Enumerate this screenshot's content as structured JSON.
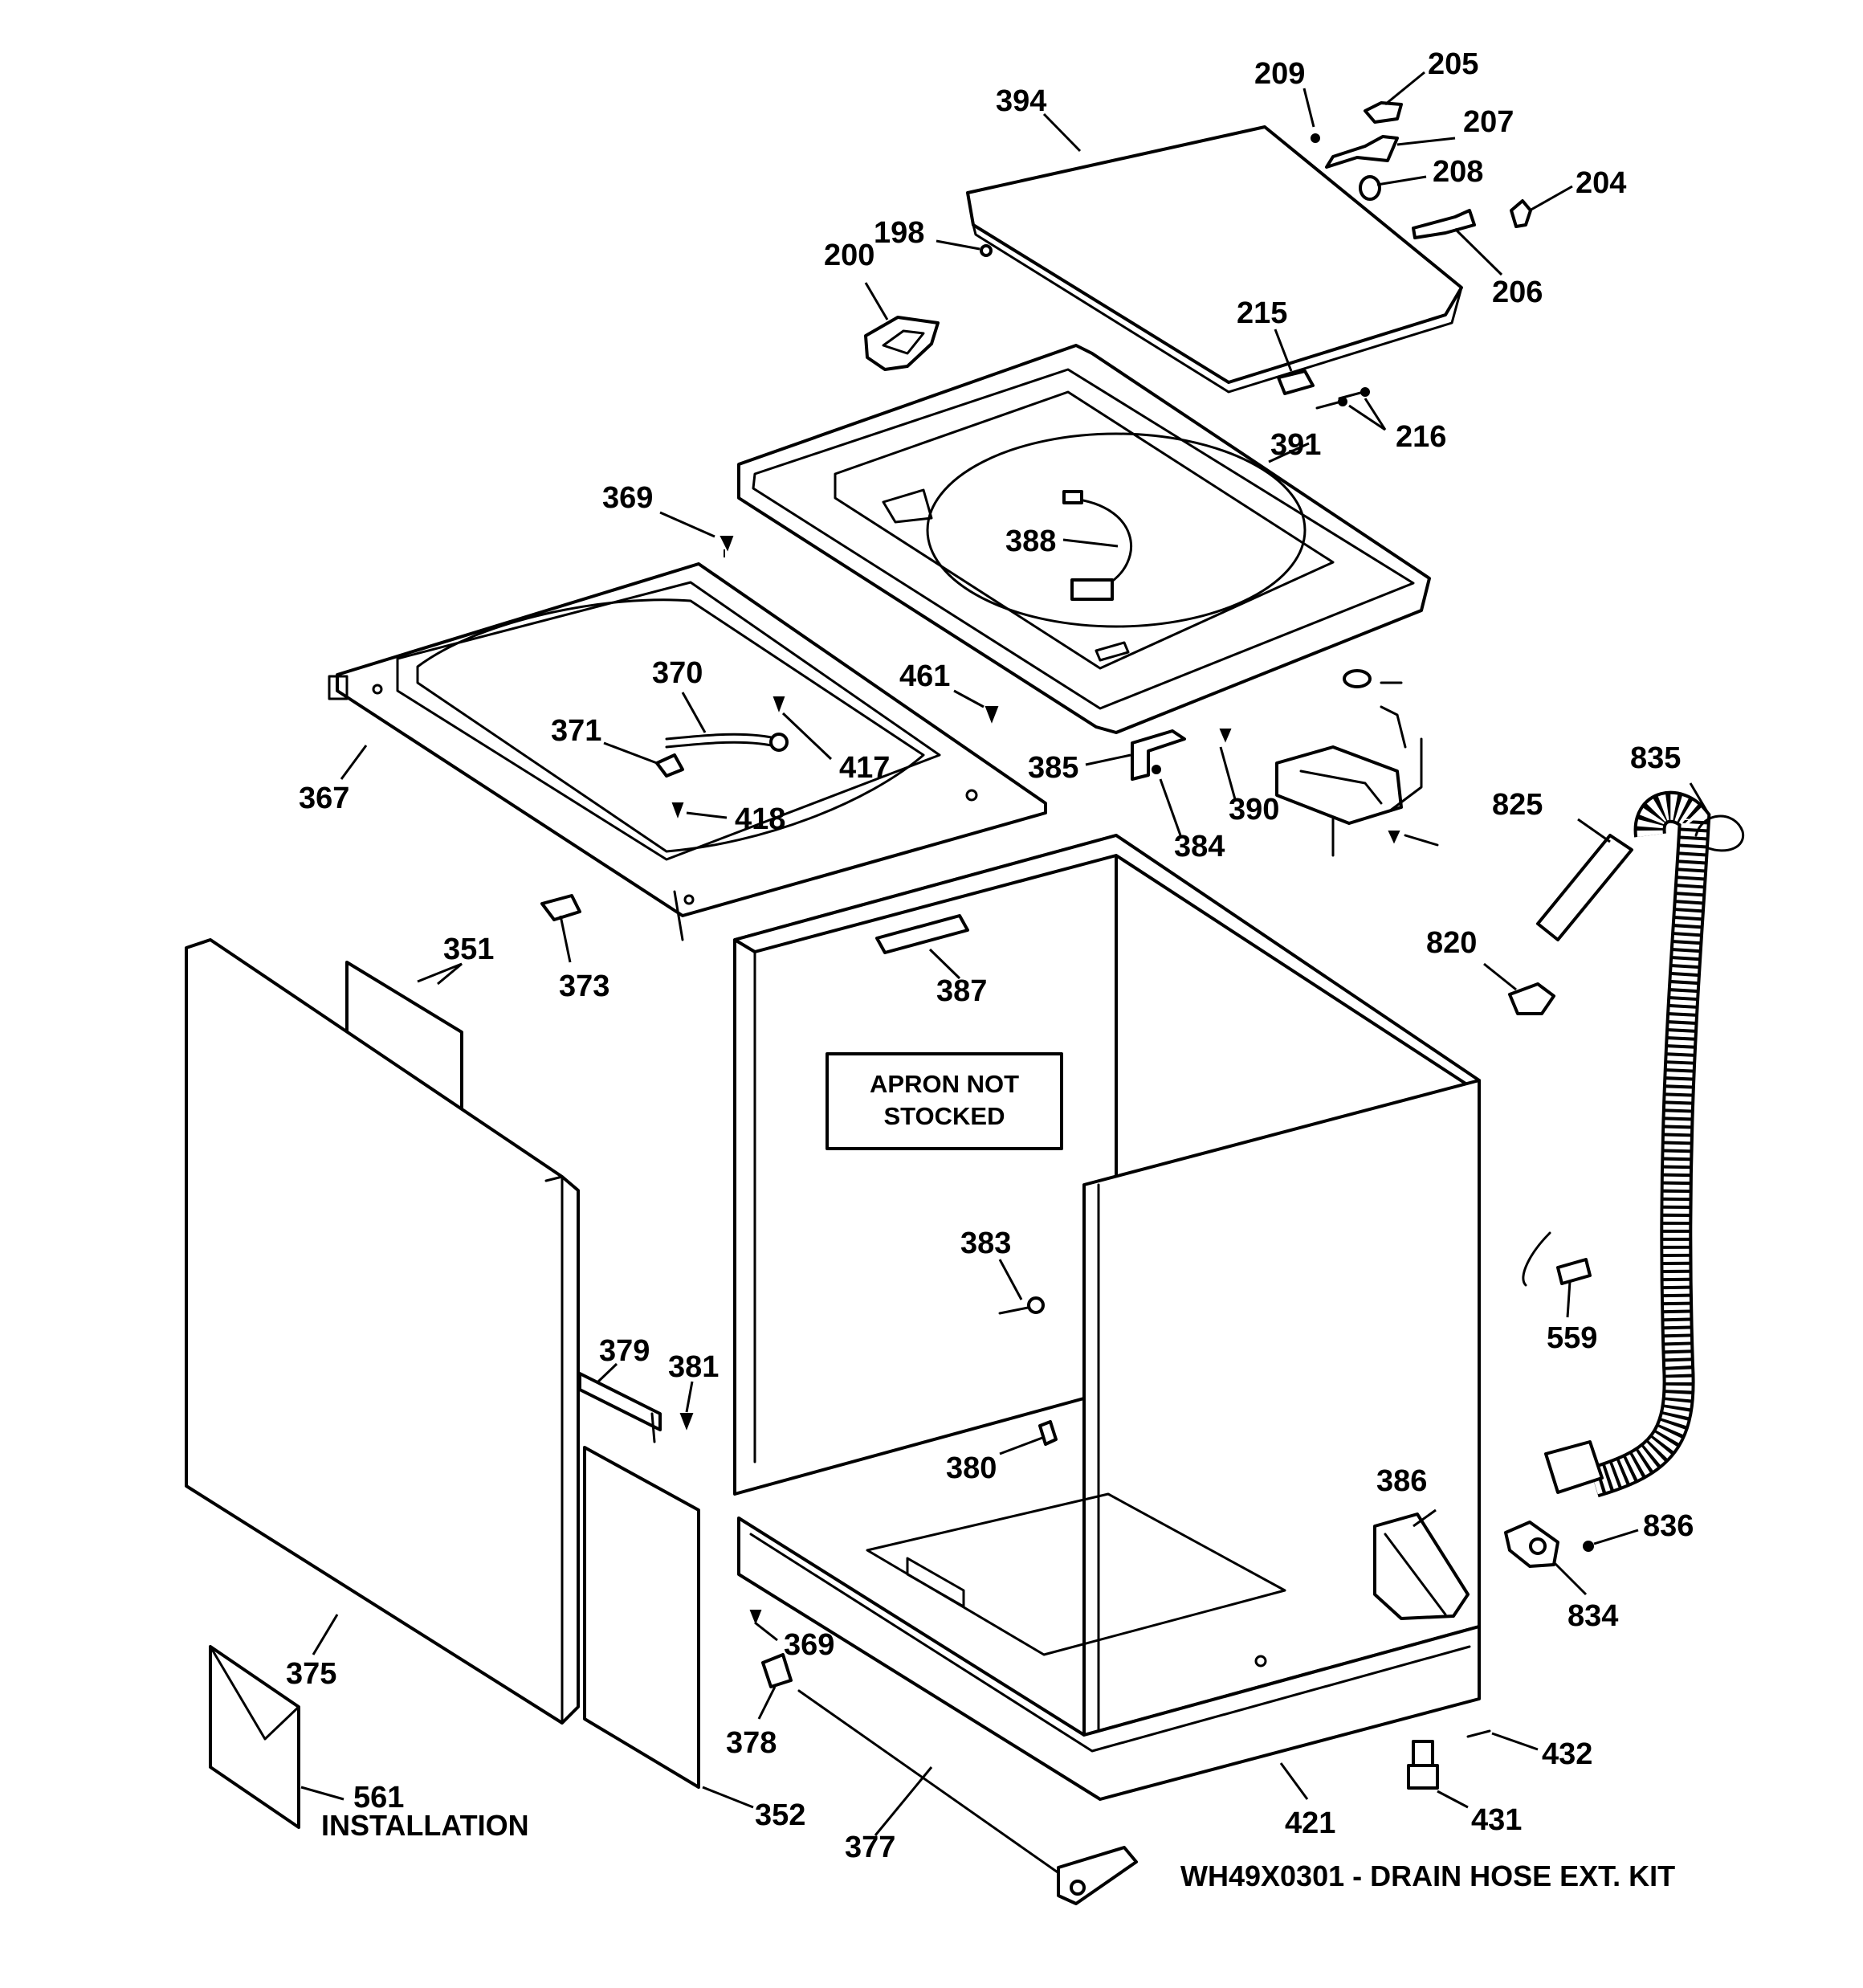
{
  "diagram": {
    "type": "exploded-parts-view",
    "note": {
      "line1": "APRON NOT",
      "line2": "STOCKED"
    },
    "installation_label": "INSTALLATION",
    "kit_caption": "WH49X0301 - DRAIN HOSE EXT. KIT",
    "callouts": [
      {
        "id": "c-394",
        "label": "394"
      },
      {
        "id": "c-209",
        "label": "209"
      },
      {
        "id": "c-205",
        "label": "205"
      },
      {
        "id": "c-207",
        "label": "207"
      },
      {
        "id": "c-208",
        "label": "208"
      },
      {
        "id": "c-204",
        "label": "204"
      },
      {
        "id": "c-206",
        "label": "206"
      },
      {
        "id": "c-198",
        "label": "198"
      },
      {
        "id": "c-200",
        "label": "200"
      },
      {
        "id": "c-215",
        "label": "215"
      },
      {
        "id": "c-216",
        "label": "216"
      },
      {
        "id": "c-391",
        "label": "391"
      },
      {
        "id": "c-388",
        "label": "388"
      },
      {
        "id": "c-369a",
        "label": "369"
      },
      {
        "id": "c-370",
        "label": "370"
      },
      {
        "id": "c-461",
        "label": "461"
      },
      {
        "id": "c-371",
        "label": "371"
      },
      {
        "id": "c-417",
        "label": "417"
      },
      {
        "id": "c-418",
        "label": "418"
      },
      {
        "id": "c-367",
        "label": "367"
      },
      {
        "id": "c-385",
        "label": "385"
      },
      {
        "id": "c-390",
        "label": "390"
      },
      {
        "id": "c-384",
        "label": "384"
      },
      {
        "id": "c-835",
        "label": "835"
      },
      {
        "id": "c-825",
        "label": "825"
      },
      {
        "id": "c-351",
        "label": "351"
      },
      {
        "id": "c-373",
        "label": "373"
      },
      {
        "id": "c-387",
        "label": "387"
      },
      {
        "id": "c-820",
        "label": "820"
      },
      {
        "id": "c-383",
        "label": "383"
      },
      {
        "id": "c-559",
        "label": "559"
      },
      {
        "id": "c-379",
        "label": "379"
      },
      {
        "id": "c-381",
        "label": "381"
      },
      {
        "id": "c-380",
        "label": "380"
      },
      {
        "id": "c-386",
        "label": "386"
      },
      {
        "id": "c-836",
        "label": "836"
      },
      {
        "id": "c-834",
        "label": "834"
      },
      {
        "id": "c-369b",
        "label": "369"
      },
      {
        "id": "c-375",
        "label": "375"
      },
      {
        "id": "c-378",
        "label": "378"
      },
      {
        "id": "c-432",
        "label": "432"
      },
      {
        "id": "c-561",
        "label": "561"
      },
      {
        "id": "c-352",
        "label": "352"
      },
      {
        "id": "c-421",
        "label": "421"
      },
      {
        "id": "c-431",
        "label": "431"
      },
      {
        "id": "c-377",
        "label": "377"
      }
    ]
  }
}
